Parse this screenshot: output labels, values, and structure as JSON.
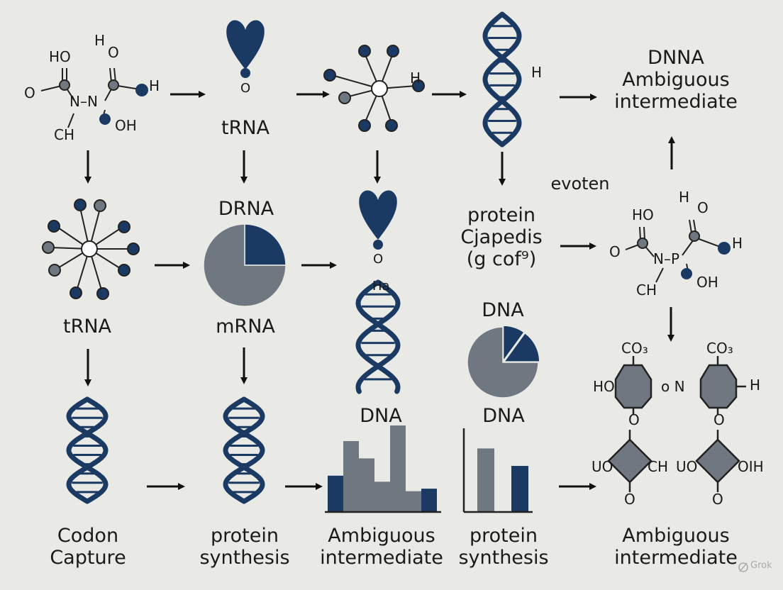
{
  "colors": {
    "background": "#e9e9e6",
    "navy": "#1b3a63",
    "gray": "#6f7880",
    "ink": "#1a1a1a"
  },
  "labels": {
    "trna_top": "tRNA",
    "top_right": [
      "DNNA",
      "Ambiguous",
      "intermediate"
    ],
    "evoten": "evoten",
    "drna": "DRNA",
    "protein_mid": [
      "protein",
      "Cjapedis",
      "(g cof⁹)"
    ],
    "trna_left": "tRNA",
    "mrna": "mRNA",
    "dna_pie": "DNA",
    "dna_bars_1": "DNA",
    "dna_bars_2": "DNA",
    "codon_capture": [
      "Codon",
      "Capture"
    ],
    "protein_synthesis_1": [
      "protein",
      "synthesis"
    ],
    "ambiguous_bottom_1": [
      "Ambiguous",
      "intermediate"
    ],
    "protein_synthesis_2": [
      "protein",
      "synthesis"
    ],
    "ambiguous_bottom_2": [
      "Ambiguous",
      "intermediate"
    ],
    "watermark": "Grok"
  },
  "atoms": {
    "m1": {
      "h": "H",
      "o_top": "O",
      "ho": "HO",
      "o_left": "O",
      "n": "N–N",
      "h_right": "H",
      "oh": "OH",
      "ch": "CH"
    },
    "m2": {
      "o": "O"
    },
    "m3": {
      "h": "H"
    },
    "m4": {
      "o": "O",
      "ha": "Ha"
    },
    "m5": {
      "h": "H",
      "ho": "HO",
      "o_top": "O",
      "o_left": "O",
      "n": "N–P",
      "h_right": "H",
      "oh": "OH",
      "ch": "CH"
    },
    "m6": {
      "co_1": "CO₃",
      "co_2": "CO₃",
      "ho": "HO",
      "o_n": "o N",
      "h": "H",
      "o_1": "O",
      "o_2": "O",
      "uo_1": "UO",
      "ch": "CH",
      "uo_2": "UO",
      "oih": "OIH",
      "o_3": "O",
      "o_4": "O"
    }
  },
  "chart_data": [
    {
      "type": "pie",
      "values": [
        75,
        25
      ],
      "colors": [
        "#6f7880",
        "#1b3a63"
      ]
    },
    {
      "type": "pie",
      "values": [
        75,
        10,
        15
      ],
      "colors": [
        "#6f7880",
        "#1b3a63",
        "#1b3a63"
      ]
    },
    {
      "type": "bar",
      "values": [
        42,
        82,
        62,
        35,
        100,
        24,
        27
      ],
      "colors": [
        "#1b3a63",
        "#6f7880",
        "#6f7880",
        "#6f7880",
        "#6f7880",
        "#6f7880",
        "#1b3a63"
      ],
      "ylim": [
        0,
        100
      ]
    },
    {
      "type": "bar",
      "values": [
        80,
        58
      ],
      "colors": [
        "#6f7880",
        "#1b3a63"
      ],
      "ylim": [
        0,
        100
      ]
    }
  ]
}
